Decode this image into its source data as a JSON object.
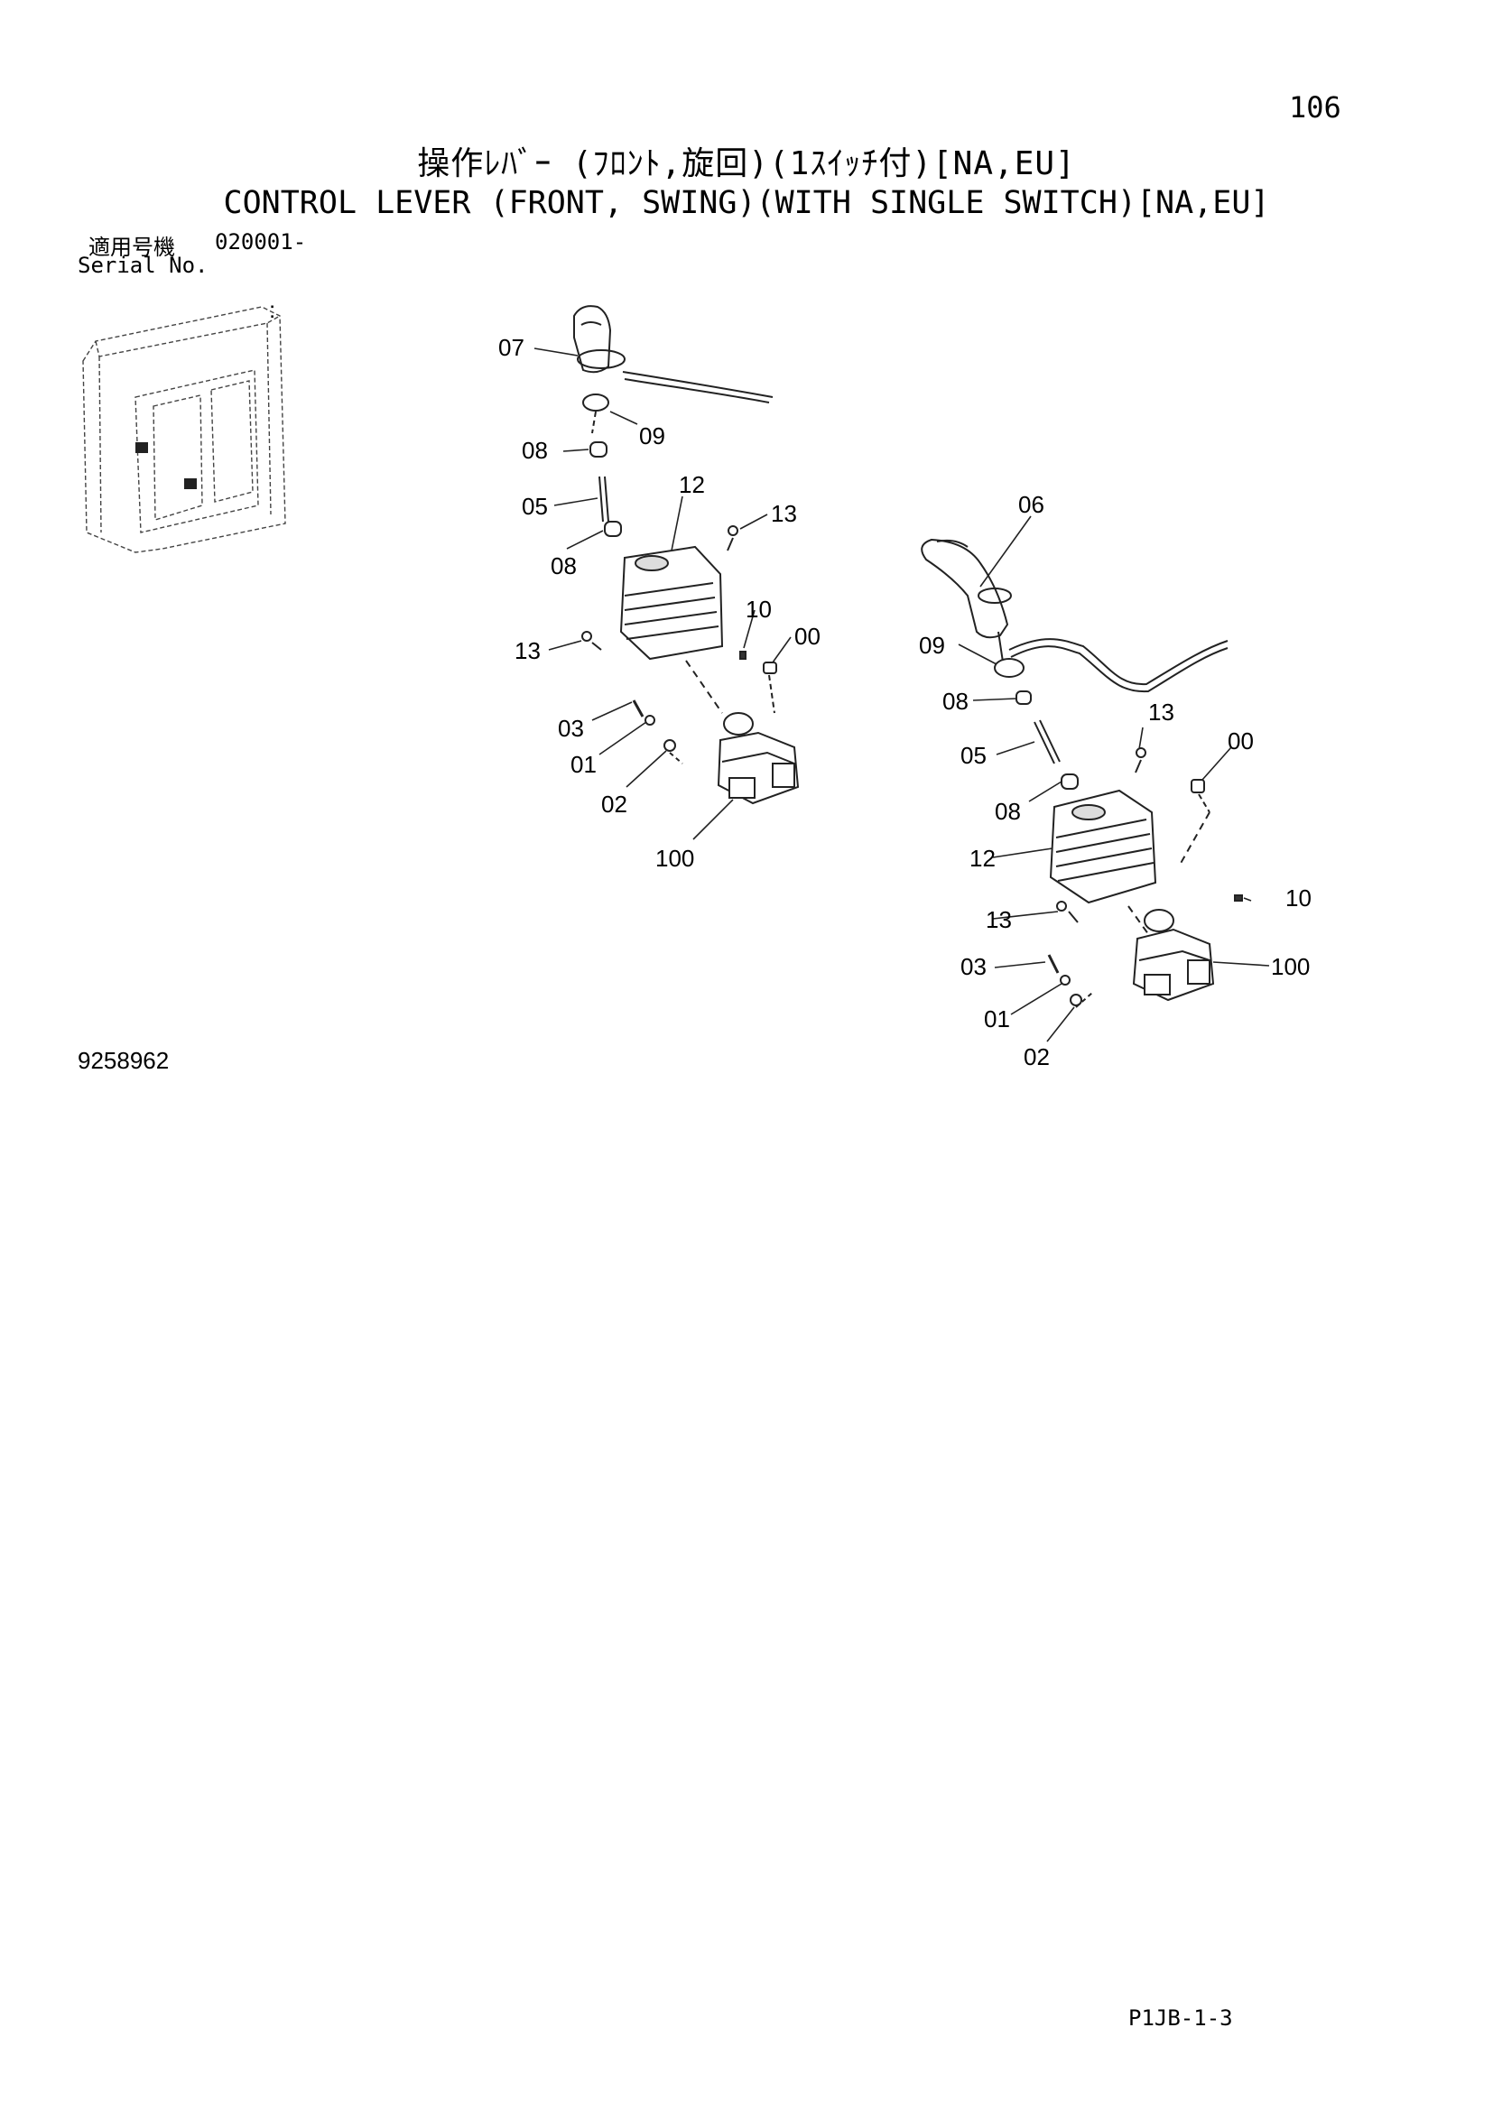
{
  "header": {
    "page_number": "106",
    "title_jp": "操作ﾚﾊﾞｰ (ﾌﾛﾝﾄ,旋回)(1ｽｲｯﾁ付)[NA,EU]",
    "title_en": "CONTROL LEVER (FRONT,  SWING)(WITH SINGLE SWITCH)[NA,EU]",
    "serial_label_jp": "適用号機",
    "serial_value": "020001-",
    "serial_label_en": "Serial No."
  },
  "drawing": {
    "left_assembly_callouts": [
      "07",
      "09",
      "08",
      "05",
      "12",
      "13",
      "08",
      "13",
      "10",
      "00",
      "03",
      "01",
      "02",
      "100"
    ],
    "right_assembly_callouts": [
      "06",
      "09",
      "08",
      "13",
      "05",
      "00",
      "08",
      "12",
      "10",
      "13",
      "100",
      "03",
      "01",
      "02"
    ]
  },
  "footer": {
    "drawing_number": "9258962",
    "page_code": "P1JB-1-3"
  }
}
